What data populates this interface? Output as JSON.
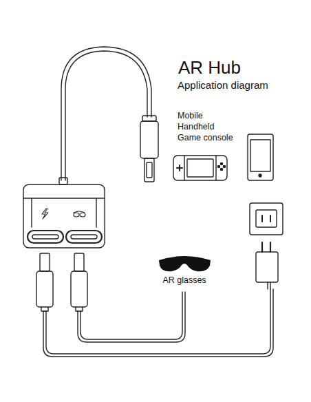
{
  "diagram": {
    "title": "AR Hub",
    "labels": [
      "Application diagram",
      "Mobile",
      "Handheld",
      "Game console",
      "AR glasses"
    ]
  }
}
